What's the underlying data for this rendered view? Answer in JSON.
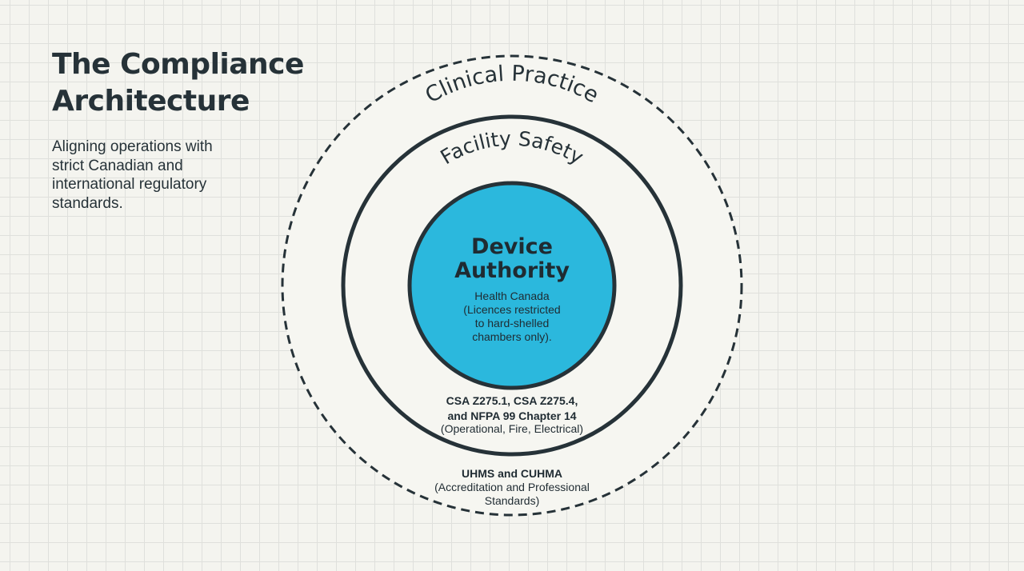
{
  "title": {
    "lines": [
      "The Compliance",
      "Architecture"
    ]
  },
  "subtitle": {
    "lines": [
      "Aligning operations with",
      "strict Canadian and",
      "international regulatory",
      "standards."
    ]
  },
  "colors": {
    "core_fill": "#2bb8dd",
    "ink": "#263238",
    "ring_fill": "#f6f6f1",
    "background": "#f4f4ef",
    "grid": "#dfe0dc"
  },
  "rings": {
    "outer": {
      "label": "Clinical Practice",
      "detail_lines": [
        "UHMS and CUHMA",
        "(Accreditation and Professional",
        "Standards)"
      ]
    },
    "middle": {
      "label": "Facility Safety",
      "detail_lines": [
        "CSA Z275.1, CSA Z275.4,",
        "and NFPA 99 Chapter 14",
        "(Operational, Fire, Electrical)"
      ]
    },
    "core": {
      "title_lines": [
        "Device",
        "Authority"
      ],
      "detail_lines": [
        "Health Canada",
        "(Licences restricted",
        "to hard-shelled",
        "chambers only)."
      ]
    }
  }
}
